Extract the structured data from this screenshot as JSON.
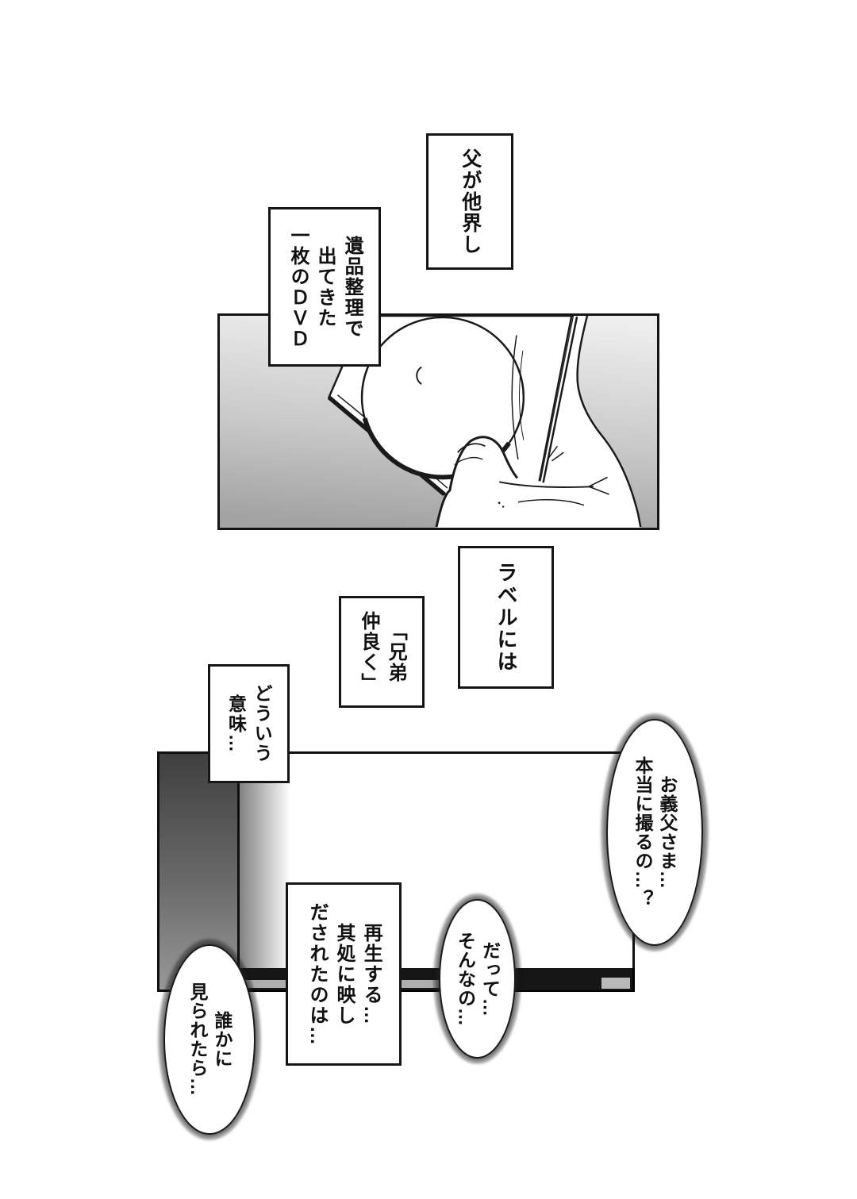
{
  "page": {
    "kind": "manga-page",
    "background": "#ffffff",
    "ink": "#1a1a1a"
  },
  "captions": {
    "father": "父が他界し",
    "dvd_found": "遺品整理で\n出てきた\n一枚のＤＶＤ",
    "label": "ラベルには",
    "label_text": "「兄弟\n仲良く」",
    "meaning": "どういう\n意味…",
    "playback": "再生する…\n其処に映し\nだされたのは…"
  },
  "speech_bubbles": {
    "film_question": "お義父さま…\n本当に撮るの…？",
    "but_protest": "だって…\nそんなの…",
    "fear_seen": "誰かに\n見られたら…"
  },
  "artwork": {
    "panel_dvd_hand": "hand holding an open DVD case with disc",
    "tv_panel": "blank TV screen with dark side slab and bezel"
  },
  "colors": {
    "panel_bg_top": "#ededed",
    "panel_bg_bottom": "#a3a3a3",
    "slab_top": "#3f3f3f",
    "slab_bottom": "#989898",
    "bezel": "#161616",
    "bezel_highlight": "#b0b0b0"
  }
}
